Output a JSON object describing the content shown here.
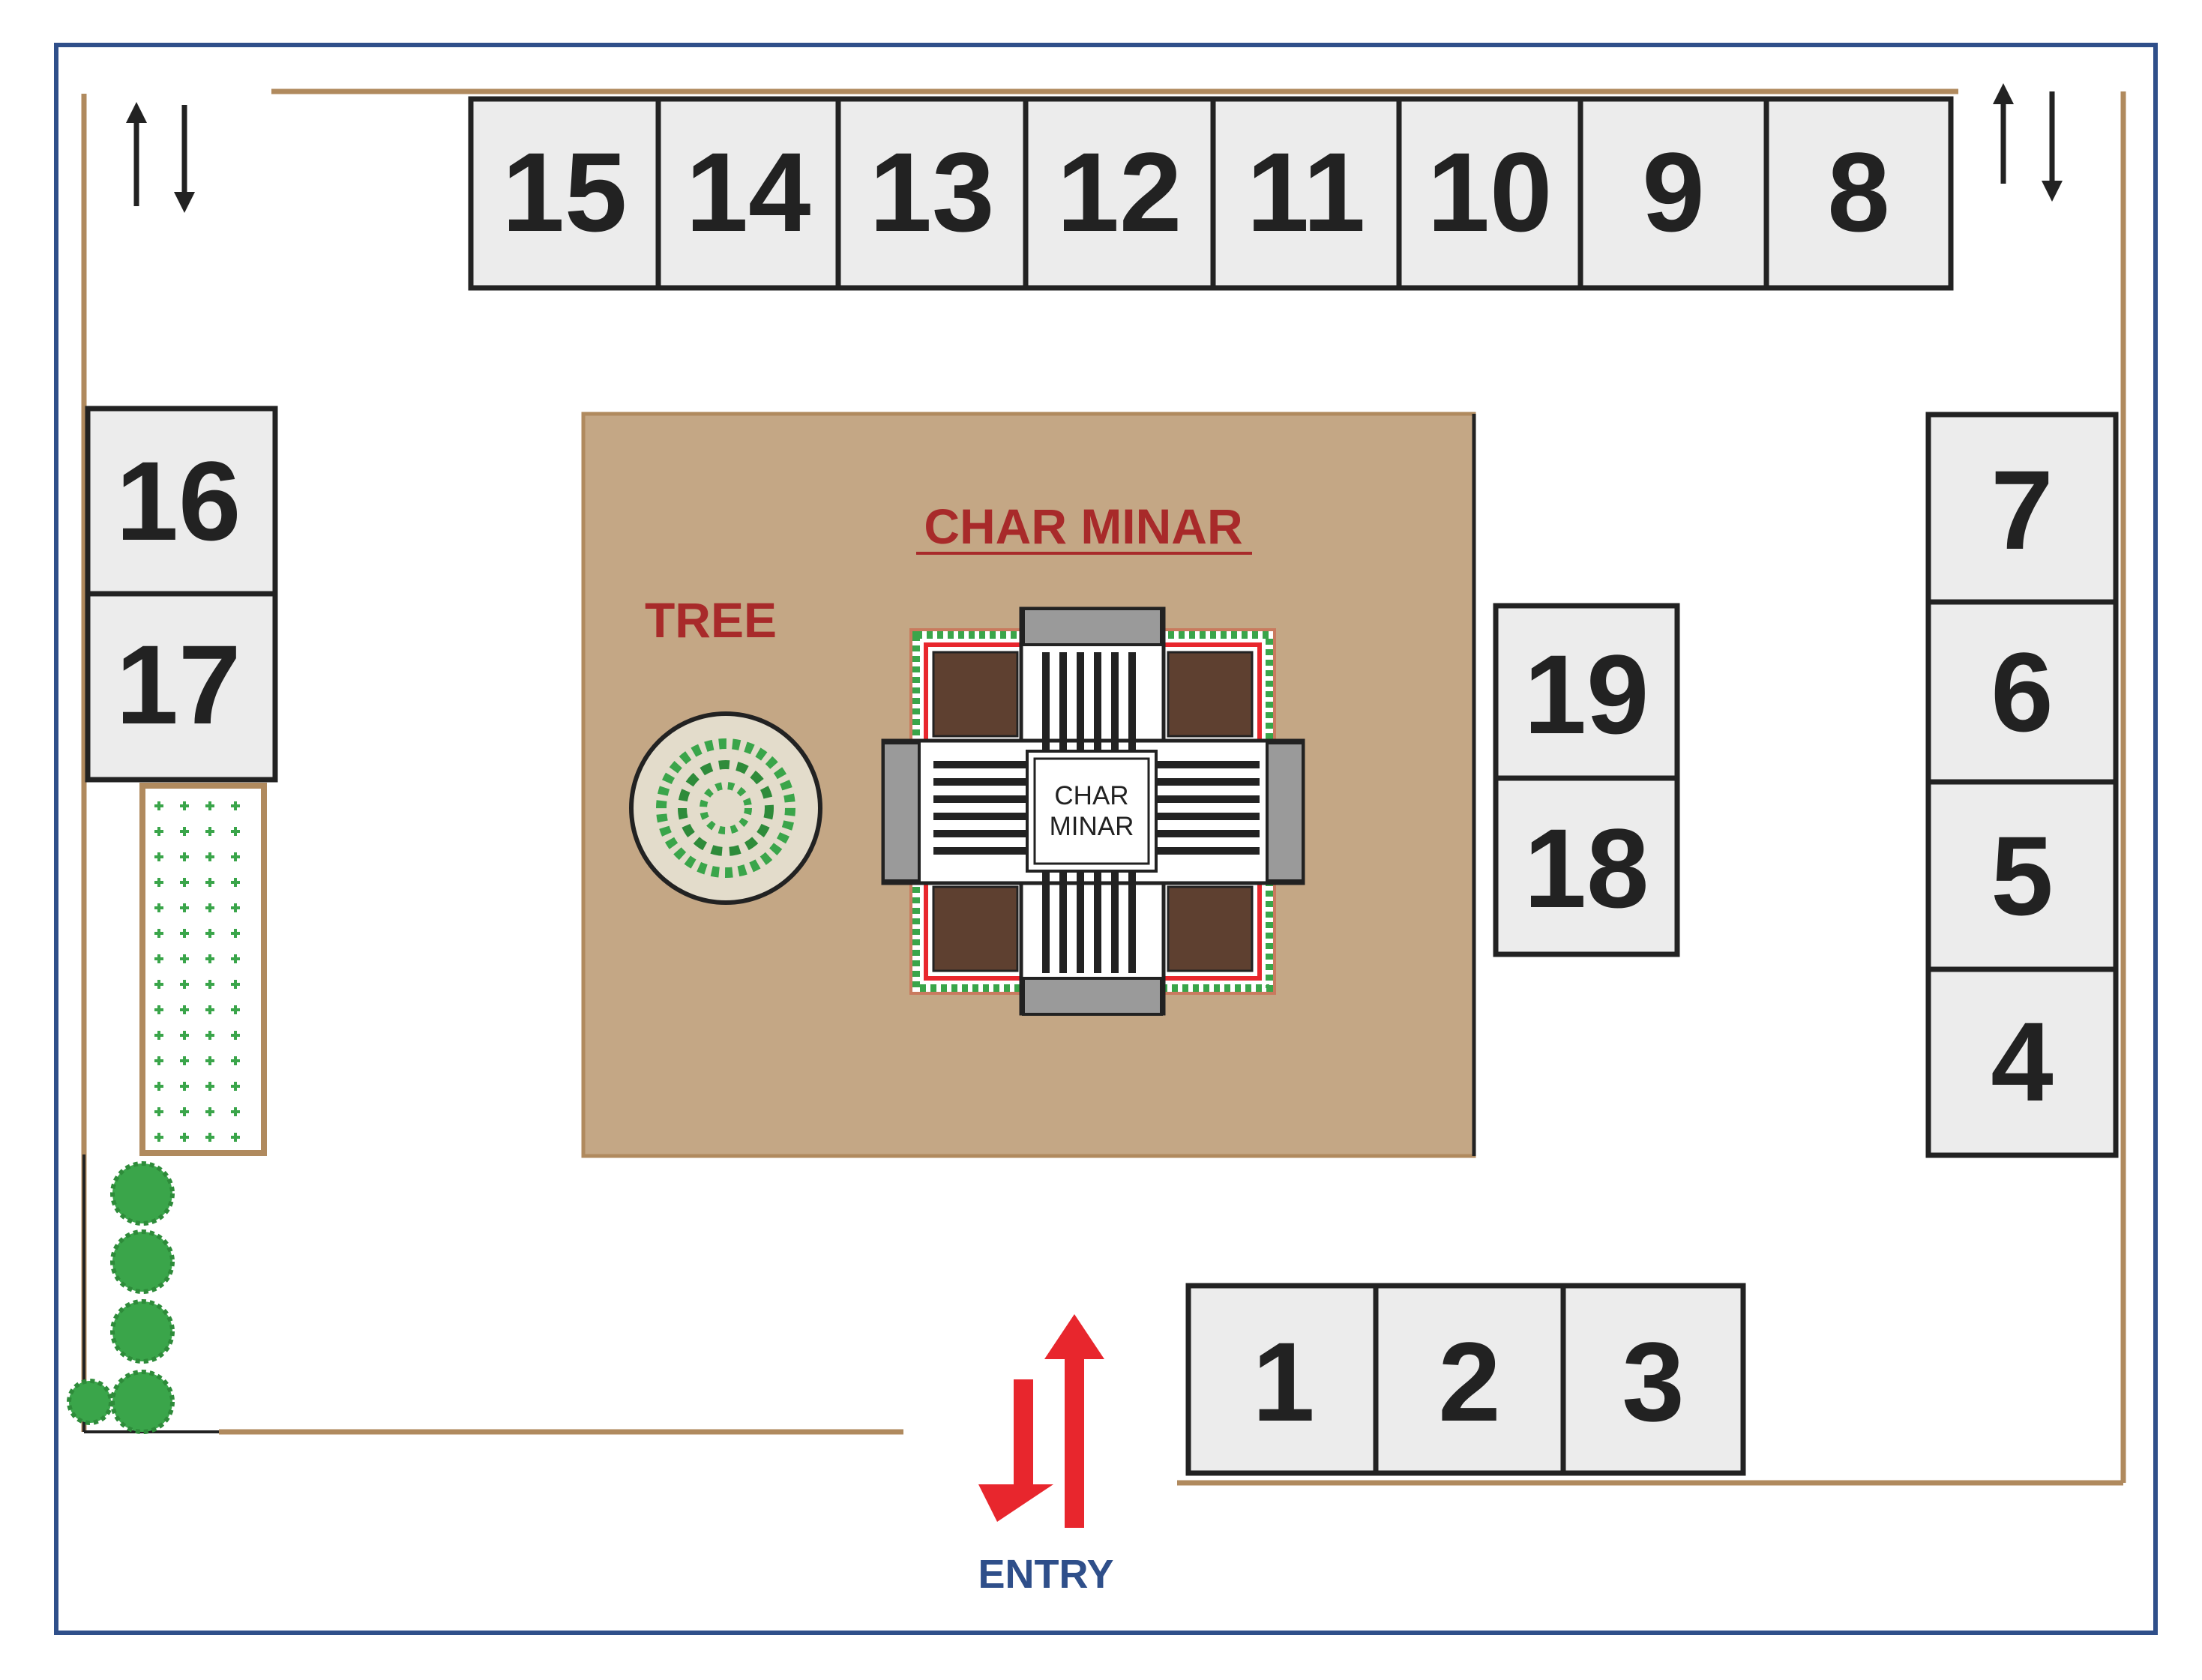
{
  "title": "CHAR MINAR",
  "tree_label": "TREE",
  "center_label": [
    "CHAR",
    "MINAR"
  ],
  "entry_label": "ENTRY",
  "stalls": [
    {
      "id": "1",
      "label": "1"
    },
    {
      "id": "2",
      "label": "2"
    },
    {
      "id": "3",
      "label": "3"
    },
    {
      "id": "4",
      "label": "4"
    },
    {
      "id": "5",
      "label": "5"
    },
    {
      "id": "6",
      "label": "6"
    },
    {
      "id": "7",
      "label": "7"
    },
    {
      "id": "8",
      "label": "8"
    },
    {
      "id": "9",
      "label": "9"
    },
    {
      "id": "10",
      "label": "10"
    },
    {
      "id": "11",
      "label": "11"
    },
    {
      "id": "12",
      "label": "12"
    },
    {
      "id": "13",
      "label": "13"
    },
    {
      "id": "14",
      "label": "14"
    },
    {
      "id": "15",
      "label": "15"
    },
    {
      "id": "16",
      "label": "16"
    },
    {
      "id": "17",
      "label": "17"
    },
    {
      "id": "18",
      "label": "18"
    },
    {
      "id": "19",
      "label": "19"
    }
  ],
  "icons": {
    "two_way_arrows": "up-down-arrows-icon",
    "entry_arrows": "entry-arrows-icon",
    "tree": "tree-icon",
    "shrub": "shrub-icon"
  },
  "colors": {
    "frame": "#2f4f8a",
    "wall": "#b08a5e",
    "plaza": "#c4a785",
    "stall_fill": "#ececec",
    "stall_stroke": "#222222",
    "title": "#a82a2a",
    "entry_text": "#2f4f8a",
    "entry_arrow": "#e8262d",
    "green": "#3aa54a"
  }
}
